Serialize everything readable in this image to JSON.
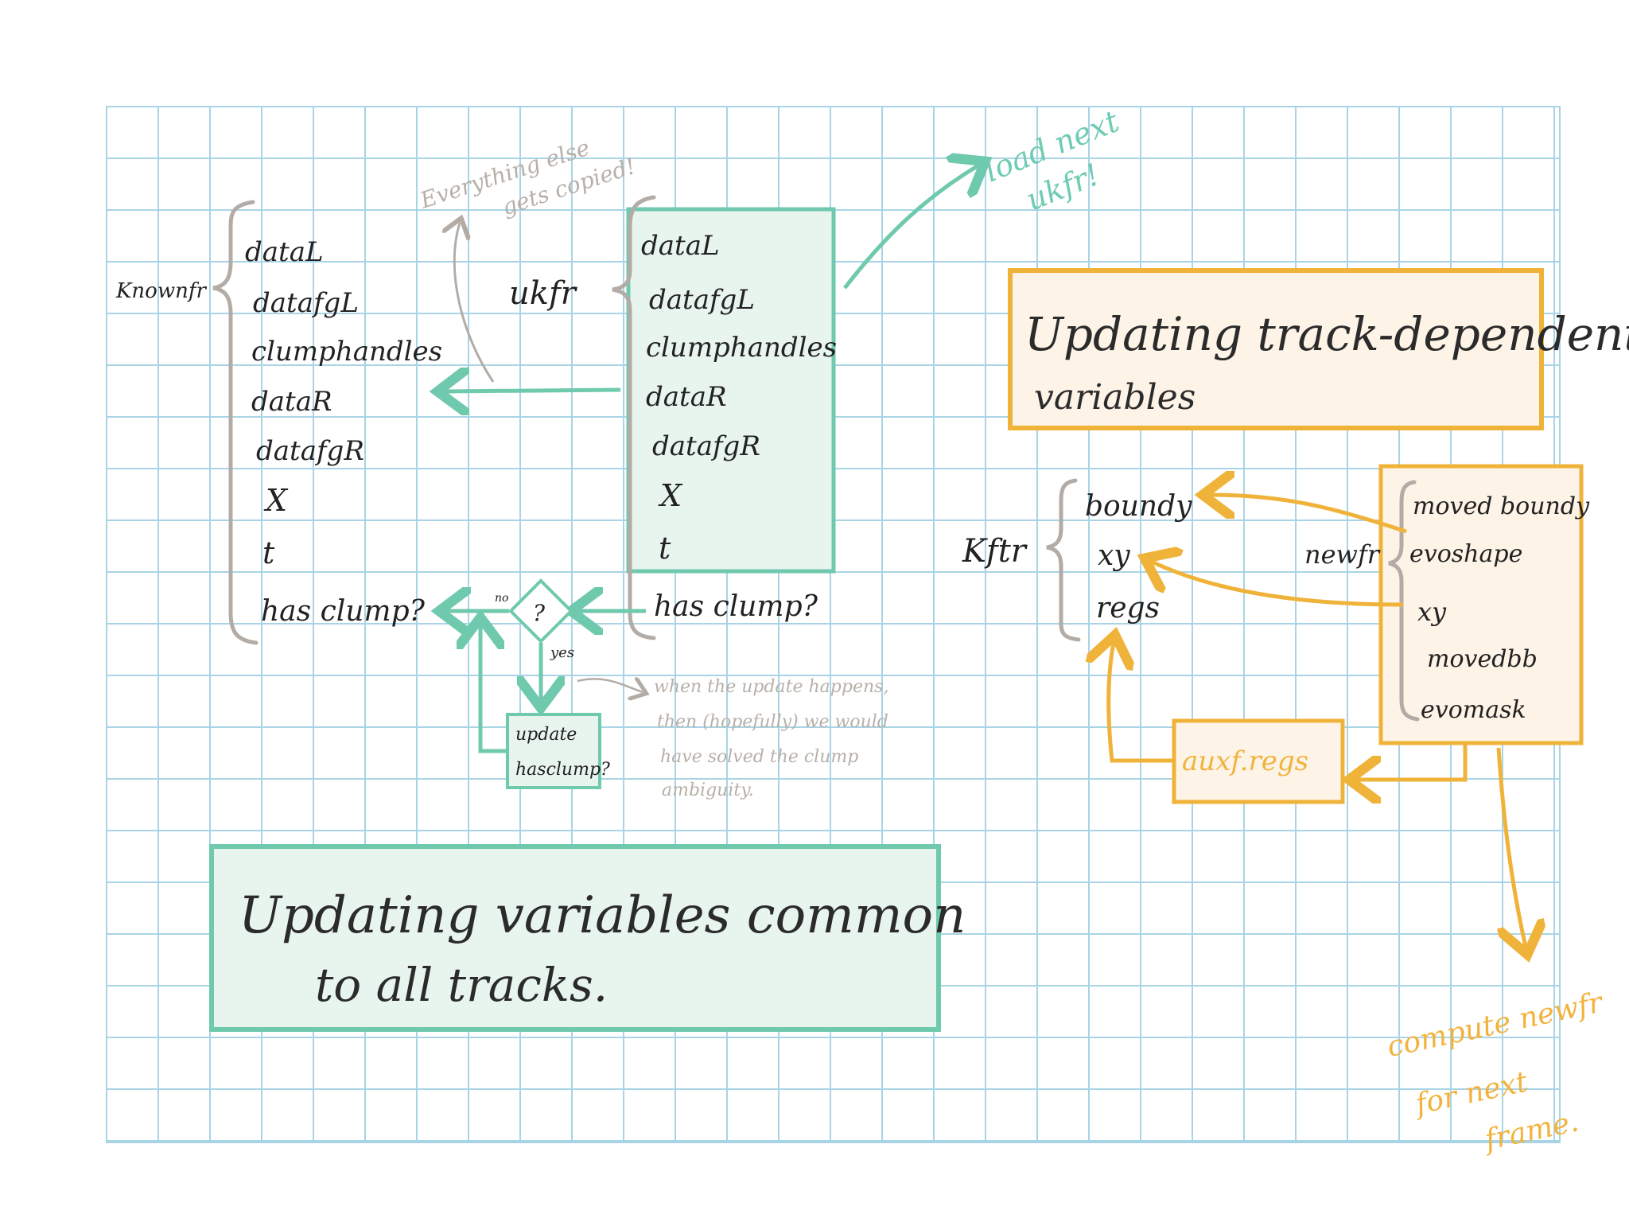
{
  "colors": {
    "grid": "#a8d4e6",
    "teal": "#6fc9ad",
    "teal_fill": "#e8f5ef",
    "orange": "#f0b33a",
    "orange_fill": "#fdf3e6",
    "grey": "#b3aca6"
  },
  "left_group": {
    "label": "Knownfr",
    "items": [
      "dataL",
      "datafgL",
      "clumphandles",
      "dataR",
      "datafgR",
      "X",
      "t",
      "has clump?"
    ]
  },
  "ukfr_group": {
    "label": "ukfr",
    "items": [
      "dataL",
      "datafgL",
      "clumphandles",
      "dataR",
      "datafgR",
      "X",
      "t",
      "has clump?"
    ]
  },
  "note_copied": [
    "Everything else",
    "gets copied!"
  ],
  "note_load": [
    "load next",
    "ukfr!"
  ],
  "decision": {
    "symbol": "?",
    "no": "no",
    "yes": "yes"
  },
  "update_box": [
    "update",
    "hasclump?"
  ],
  "note_when": [
    "when the update happens,",
    "then (hopefully) we would",
    "have solved the clump",
    "ambiguity."
  ],
  "title_common": [
    "Updating variables common",
    "to all tracks."
  ],
  "title_track": [
    "Updating track-dependent",
    "variables"
  ],
  "kftr_group": {
    "label": "Kftr",
    "items": [
      "boundy",
      "xy",
      "regs"
    ]
  },
  "newfr_group": {
    "label": "newfr",
    "items": [
      "moved boundy",
      "evoshape",
      "xy",
      "movedbb",
      "evomask"
    ]
  },
  "auxf_box": "auxf.regs",
  "note_compute": [
    "compute newfr",
    "for next",
    "frame."
  ]
}
